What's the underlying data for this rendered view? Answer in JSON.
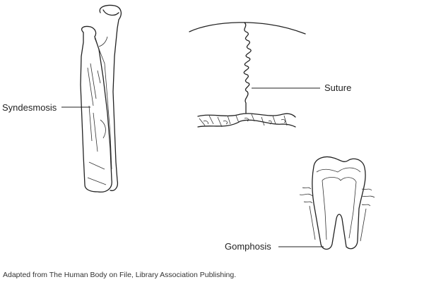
{
  "labels": {
    "syndesmosis": "Syndesmosis",
    "suture": "Suture",
    "gomphosis": "Gomphosis"
  },
  "credit": "Adapted from The Human Body on File, Library Association Publishing."
}
